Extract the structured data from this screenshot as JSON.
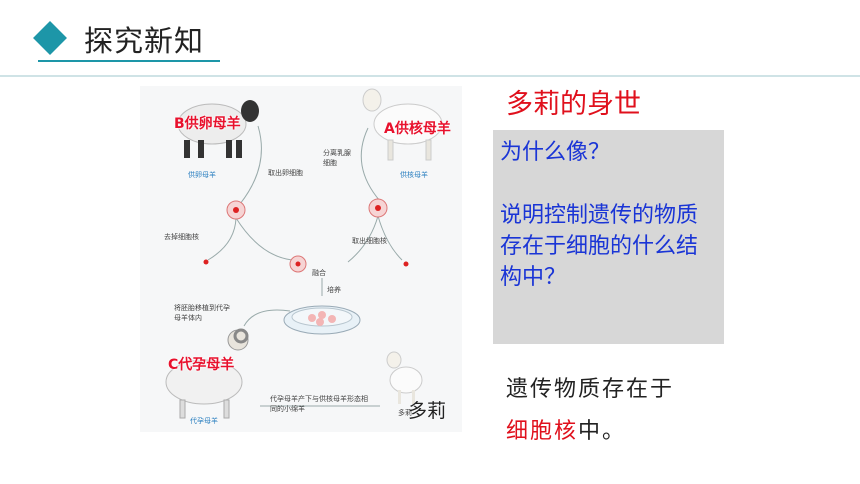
{
  "header": {
    "title": "探究新知"
  },
  "diagram": {
    "labels": {
      "donor_b": "B供卵母羊",
      "donor_a": "A供核母羊",
      "surrogate_c": "C代孕母羊",
      "dolly": "多莉"
    },
    "captions": {
      "egg_donor": "供卵母羊",
      "nucleus_donor": "供核母羊",
      "surrogate": "代孕母羊",
      "dolly_small": "多莉",
      "take_egg": "取出卵细胞",
      "remove_nucleus": "去掉细胞核",
      "separate_mammary": "分离乳腺细胞",
      "take_nucleus": "取出细胞核",
      "fusion": "融合",
      "culture": "培养",
      "transplant": "将胚胎移植到代孕母羊体内",
      "birth": "代孕母羊产下与供核母羊形态相同的小绵羊"
    }
  },
  "panel": {
    "title": "多莉的身世",
    "question1": "为什么像？",
    "question2": "说明控制遗传的物质存在于细胞的什么结构中？",
    "answer_line1": "遗传物质存在于",
    "answer_highlight": "细胞核",
    "answer_tail": "中。"
  },
  "colors": {
    "accent": "#1d96a8",
    "red": "#e0101c",
    "blue": "#1a35d6",
    "box": "#d7d7d7"
  }
}
